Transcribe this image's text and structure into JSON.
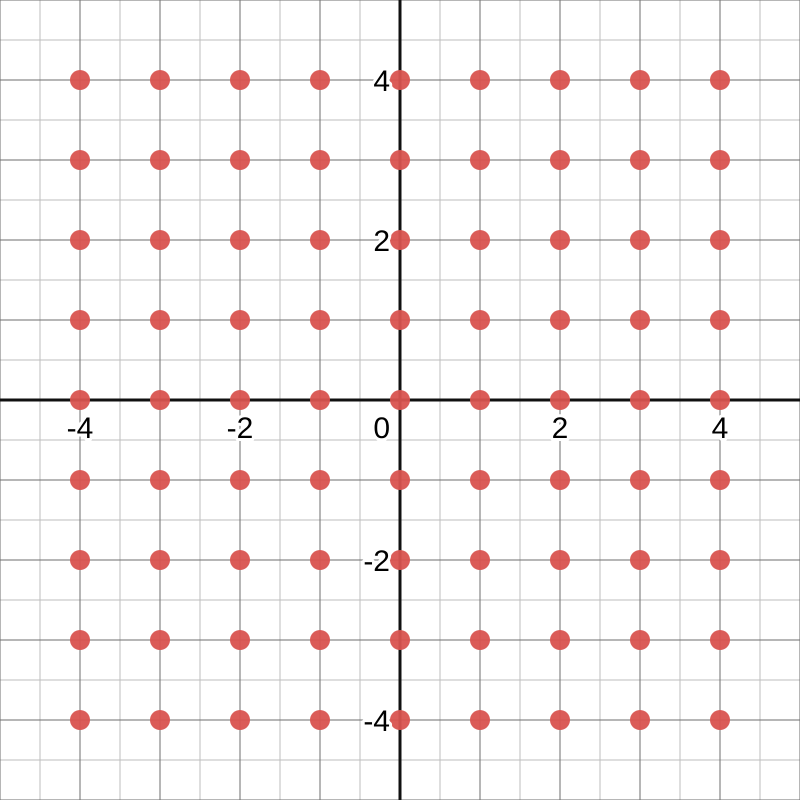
{
  "chart_data": {
    "type": "scatter",
    "xlim": [
      -5,
      5
    ],
    "ylim": [
      -5,
      5
    ],
    "grid": true,
    "minor_grid_step": 0.5,
    "major_grid_step": 1,
    "x_ticks": [
      -4,
      -2,
      2,
      4
    ],
    "y_ticks": [
      -4,
      -2,
      2,
      4
    ],
    "origin_label": "0",
    "x_tick_labels": [
      "-4",
      "-2",
      "2",
      "4"
    ],
    "y_tick_labels": [
      "-4",
      "-2",
      "2",
      "4"
    ],
    "series": [
      {
        "color": "#d9534f",
        "points": [
          [
            -4,
            4
          ],
          [
            -3,
            4
          ],
          [
            -2,
            4
          ],
          [
            -1,
            4
          ],
          [
            0,
            4
          ],
          [
            1,
            4
          ],
          [
            2,
            4
          ],
          [
            3,
            4
          ],
          [
            4,
            4
          ],
          [
            -4,
            3
          ],
          [
            -3,
            3
          ],
          [
            -2,
            3
          ],
          [
            -1,
            3
          ],
          [
            0,
            3
          ],
          [
            1,
            3
          ],
          [
            2,
            3
          ],
          [
            3,
            3
          ],
          [
            4,
            3
          ],
          [
            -4,
            2
          ],
          [
            -3,
            2
          ],
          [
            -2,
            2
          ],
          [
            -1,
            2
          ],
          [
            0,
            2
          ],
          [
            1,
            2
          ],
          [
            2,
            2
          ],
          [
            3,
            2
          ],
          [
            4,
            2
          ],
          [
            -4,
            1
          ],
          [
            -3,
            1
          ],
          [
            -2,
            1
          ],
          [
            -1,
            1
          ],
          [
            0,
            1
          ],
          [
            1,
            1
          ],
          [
            2,
            1
          ],
          [
            3,
            1
          ],
          [
            4,
            1
          ],
          [
            -4,
            0
          ],
          [
            -3,
            0
          ],
          [
            -2,
            0
          ],
          [
            -1,
            0
          ],
          [
            0,
            0
          ],
          [
            1,
            0
          ],
          [
            2,
            0
          ],
          [
            3,
            0
          ],
          [
            4,
            0
          ],
          [
            -4,
            -1
          ],
          [
            -3,
            -1
          ],
          [
            -2,
            -1
          ],
          [
            -1,
            -1
          ],
          [
            0,
            -1
          ],
          [
            1,
            -1
          ],
          [
            2,
            -1
          ],
          [
            3,
            -1
          ],
          [
            4,
            -1
          ],
          [
            -4,
            -2
          ],
          [
            -3,
            -2
          ],
          [
            -2,
            -2
          ],
          [
            -1,
            -2
          ],
          [
            0,
            -2
          ],
          [
            1,
            -2
          ],
          [
            2,
            -2
          ],
          [
            3,
            -2
          ],
          [
            4,
            -2
          ],
          [
            -4,
            -3
          ],
          [
            -3,
            -3
          ],
          [
            -2,
            -3
          ],
          [
            -1,
            -3
          ],
          [
            0,
            -3
          ],
          [
            1,
            -3
          ],
          [
            2,
            -3
          ],
          [
            3,
            -3
          ],
          [
            4,
            -3
          ],
          [
            -4,
            -4
          ],
          [
            -3,
            -4
          ],
          [
            -2,
            -4
          ],
          [
            -1,
            -4
          ],
          [
            0,
            -4
          ],
          [
            1,
            -4
          ],
          [
            2,
            -4
          ],
          [
            3,
            -4
          ],
          [
            4,
            -4
          ]
        ]
      }
    ]
  }
}
